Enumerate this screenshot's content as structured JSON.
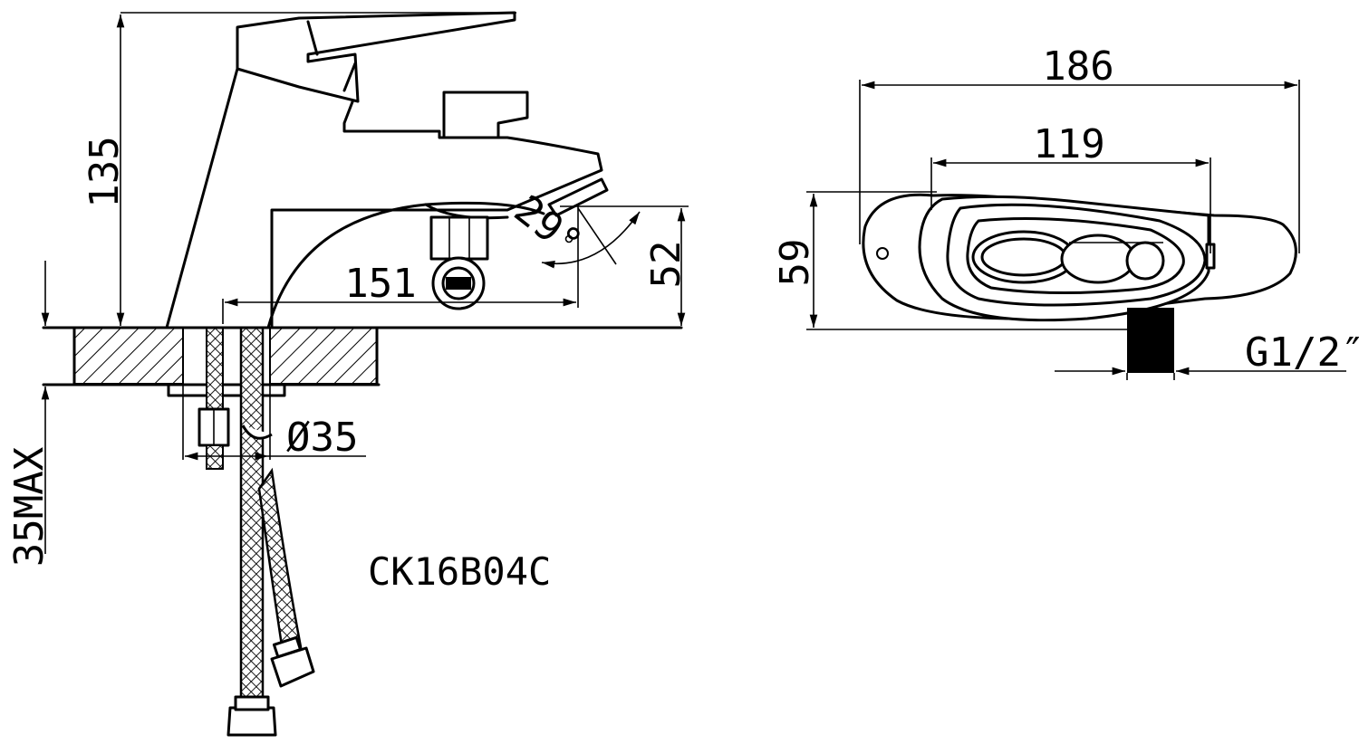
{
  "drawing": {
    "model": "CK16B04C",
    "side_view": {
      "height": "135",
      "spout_reach": "151",
      "spout_height": "52",
      "spout_angle": "29°",
      "hole_diameter": "Ø35",
      "counter_thickness": "35MAX"
    },
    "top_view": {
      "overall_length": "186",
      "body_length": "119",
      "width": "59",
      "thread": "G1/2″"
    }
  }
}
